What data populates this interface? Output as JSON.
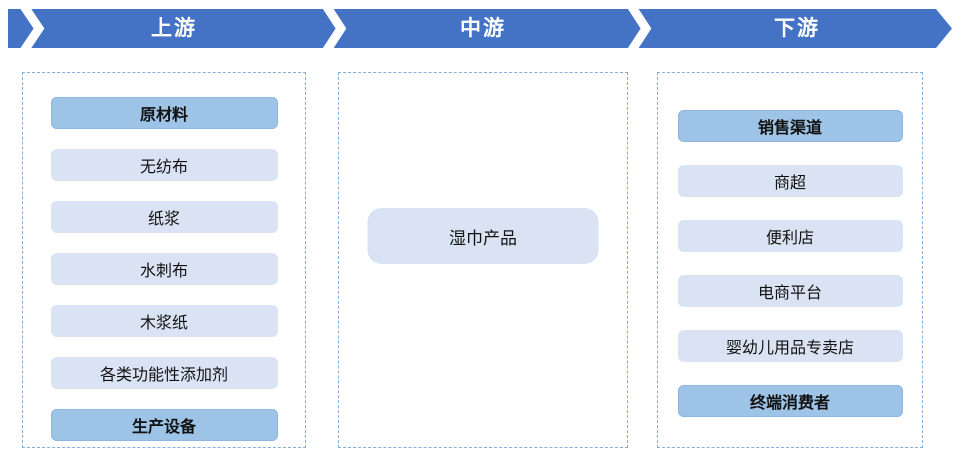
{
  "banner": {
    "segments": [
      {
        "label": "上游"
      },
      {
        "label": "中游"
      },
      {
        "label": "下游"
      }
    ]
  },
  "columns": [
    {
      "name": "upstream",
      "items": [
        {
          "label": "原材料",
          "style": "header"
        },
        {
          "label": "无纺布",
          "style": "item"
        },
        {
          "label": "纸浆",
          "style": "item"
        },
        {
          "label": "水刺布",
          "style": "item"
        },
        {
          "label": "木浆纸",
          "style": "item"
        },
        {
          "label": "各类功能性添加剂",
          "style": "item"
        },
        {
          "label": "生产设备",
          "style": "header"
        }
      ]
    },
    {
      "name": "midstream",
      "items": [
        {
          "label": "湿巾产品",
          "style": "product"
        }
      ]
    },
    {
      "name": "downstream",
      "items": [
        {
          "label": "销售渠道",
          "style": "header"
        },
        {
          "label": "商超",
          "style": "item"
        },
        {
          "label": "便利店",
          "style": "item"
        },
        {
          "label": "电商平台",
          "style": "item"
        },
        {
          "label": "婴幼儿用品专卖店",
          "style": "item"
        },
        {
          "label": "终端消费者",
          "style": "header"
        }
      ]
    }
  ],
  "colors": {
    "banner_fill": "#4472C4",
    "banner_text": "#FFFFFF",
    "header_fill": "#9DC3E6",
    "item_fill": "#DAE3F3",
    "dashed_border": "#85AED9",
    "node_text": "#111111"
  }
}
